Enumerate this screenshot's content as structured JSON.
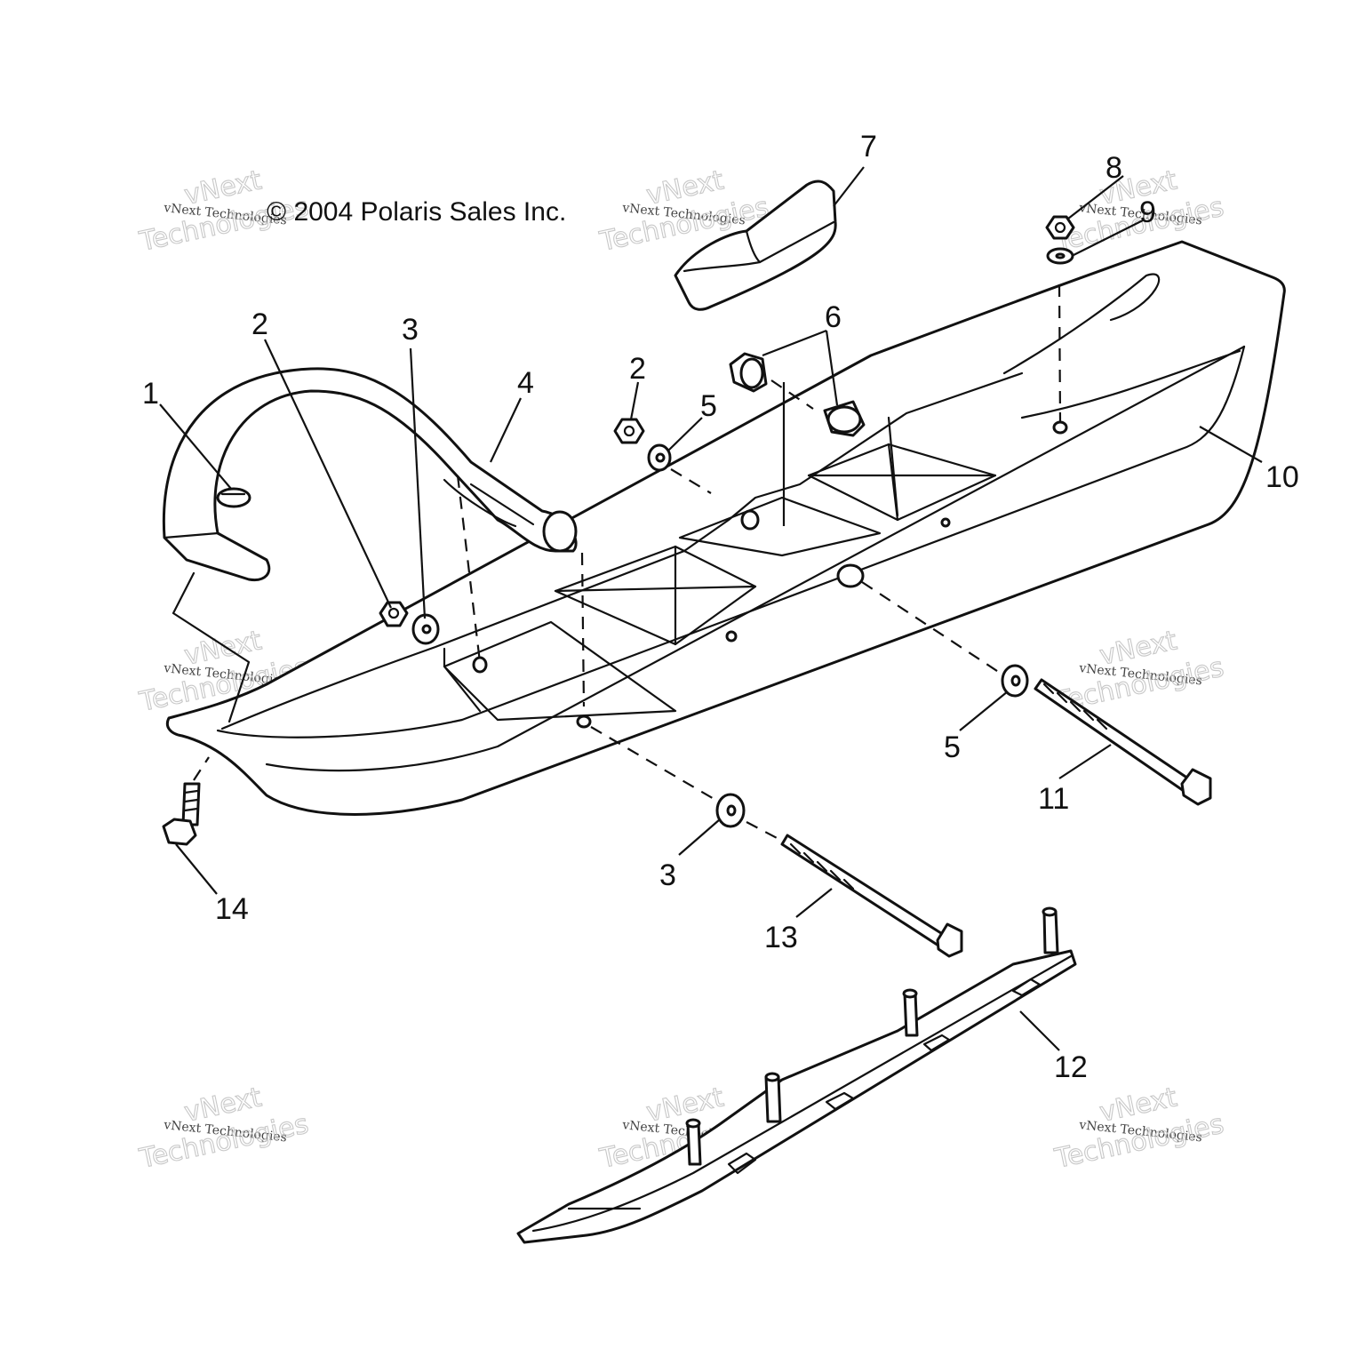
{
  "copyright": "© 2004 Polaris Sales Inc.",
  "watermark": {
    "line_small": "vNext Technologies",
    "line_top": "vNext",
    "line_big": "Technologies"
  },
  "callouts": {
    "c1": "1",
    "c2a": "2",
    "c2b": "2",
    "c3a": "3",
    "c3b": "3",
    "c4": "4",
    "c5a": "5",
    "c5b": "5",
    "c6": "6",
    "c7": "7",
    "c8": "8",
    "c9": "9",
    "c10": "10",
    "c11": "11",
    "c12": "12",
    "c13": "13",
    "c14": "14"
  }
}
